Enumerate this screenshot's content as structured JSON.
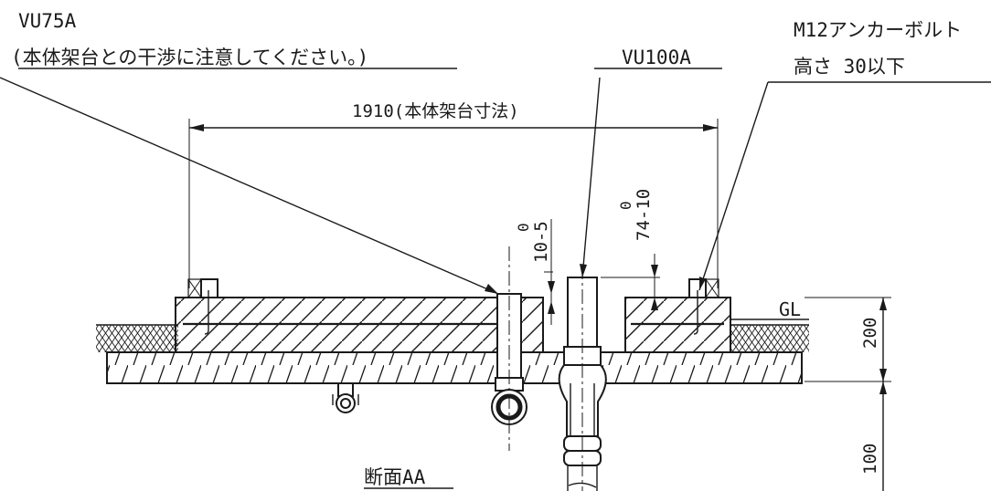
{
  "labels": {
    "vu75a": "VU75A",
    "vu75a_note": "(本体架台との干渉に注意してください。)",
    "vu100a": "VU100A",
    "anchor": "M12アンカーボルト",
    "anchor_height": "高さ 30以下",
    "width_dim": "1910(本体架台寸法)",
    "tol_10": "10-5",
    "tol_10_sup": "0",
    "tol_74": "74-10",
    "tol_74_sup": "0",
    "gl": "GL",
    "dim_200": "200",
    "dim_100": "100",
    "section": "断面AA"
  }
}
